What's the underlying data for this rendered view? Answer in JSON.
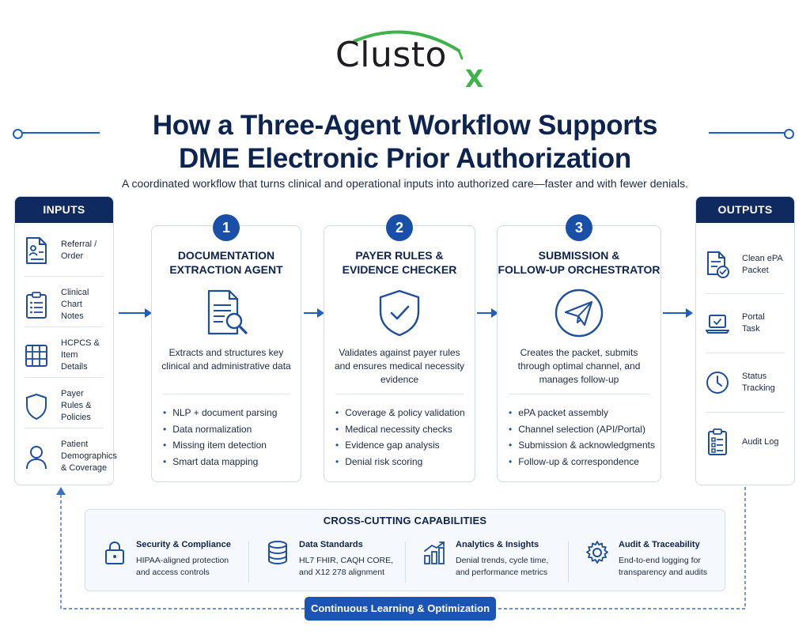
{
  "logo": {
    "text": "Clusto",
    "mark": "X",
    "arc_color": "#3db34a"
  },
  "title": {
    "line1": "How a Three-Agent Workflow Supports",
    "line2": "DME Electronic Prior Authorization"
  },
  "subtitle": "A coordinated workflow that turns clinical and operational inputs into authorized care—faster and with fewer denials.",
  "colors": {
    "navy": "#0f2a5e",
    "accent": "#1a4fa8",
    "green": "#3db34a"
  },
  "inputs": {
    "header": "INPUTS",
    "items": [
      {
        "icon": "referral-document-icon",
        "label": "Referral / Order"
      },
      {
        "icon": "clipboard-icon",
        "label": "Clinical Chart Notes"
      },
      {
        "icon": "grid-table-icon",
        "label": "HCPCS & Item Details"
      },
      {
        "icon": "shield-icon",
        "label": "Payer Rules & Policies"
      },
      {
        "icon": "person-icon",
        "label": "Patient Demographics & Coverage"
      }
    ]
  },
  "agents": [
    {
      "number": "1",
      "title": "DOCUMENTATION EXTRACTION AGENT",
      "icon": "document-magnifier-icon",
      "description": "Extracts and structures key clinical and administrative data",
      "bullets": [
        "NLP + document parsing",
        "Data normalization",
        "Missing item detection",
        "Smart data mapping"
      ]
    },
    {
      "number": "2",
      "title": "PAYER RULES & EVIDENCE CHECKER",
      "icon": "shield-check-icon",
      "description": "Validates against payer rules and ensures medical necessity evidence",
      "bullets": [
        "Coverage & policy validation",
        "Medical necessity checks",
        "Evidence gap analysis",
        "Denial risk scoring"
      ]
    },
    {
      "number": "3",
      "title": "SUBMISSION & FOLLOW-UP ORCHESTRATOR",
      "icon": "paper-plane-icon",
      "description": "Creates the packet, submits through optimal channel, and manages follow-up",
      "bullets": [
        "ePA packet assembly",
        "Channel selection (API/Portal)",
        "Submission & acknowledgments",
        "Follow-up & correspondence"
      ]
    }
  ],
  "outputs": {
    "header": "OUTPUTS",
    "items": [
      {
        "icon": "document-check-icon",
        "label": "Clean ePA Packet"
      },
      {
        "icon": "laptop-icon",
        "label": "Portal Task"
      },
      {
        "icon": "clock-icon",
        "label": "Status Tracking"
      },
      {
        "icon": "checklist-icon",
        "label": "Audit Log"
      }
    ]
  },
  "cross_cutting": {
    "title": "CROSS-CUTTING CAPABILITIES",
    "items": [
      {
        "icon": "lock-icon",
        "title": "Security & Compliance",
        "desc": "HIPAA-aligned protection and access controls"
      },
      {
        "icon": "database-icon",
        "title": "Data Standards",
        "desc": "HL7 FHIR, CAQH CORE, and X12 278 alignment"
      },
      {
        "icon": "bar-chart-icon",
        "title": "Analytics & Insights",
        "desc": "Denial trends, cycle time, and performance metrics"
      },
      {
        "icon": "gear-icon",
        "title": "Audit & Traceability",
        "desc": "End-to-end logging for transparency and audits"
      }
    ]
  },
  "loop_label": "Continuous Learning & Optimization"
}
